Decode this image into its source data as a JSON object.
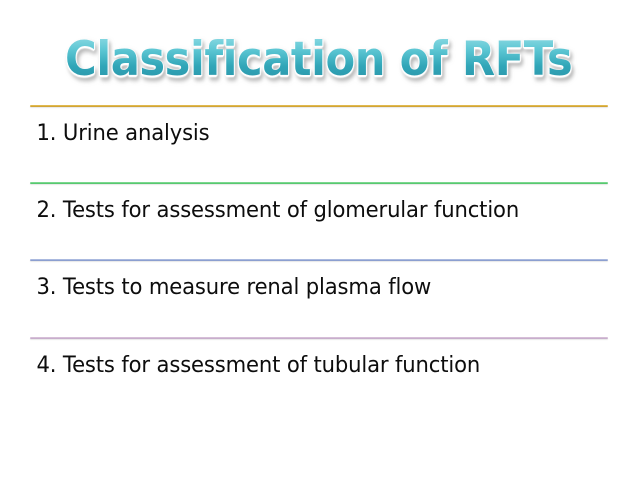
{
  "slide": {
    "title": "Classification of RFTs",
    "background_color": "#ffffff",
    "title_color_top": "#8fdbe4",
    "title_color_bottom": "#2b93a6"
  },
  "items": [
    {
      "number": "1.",
      "text": "1. Urine analysis",
      "label": "Urine analysis",
      "divider_color": "#c9992a",
      "divider_name": "gold"
    },
    {
      "number": "2.",
      "text": "2. Tests for assessment of glomerular function",
      "label": "Tests for assessment of glomerular function",
      "divider_color": "#45c061",
      "divider_name": "green"
    },
    {
      "number": "3.",
      "text": "3. Tests to measure renal plasma flow",
      "label": "Tests to measure renal plasma flow",
      "divider_color": "#7d92c9",
      "divider_name": "blue"
    },
    {
      "number": "4.",
      "text": "4. Tests for assessment of tubular function",
      "label": "Tests for assessment of tubular function",
      "divider_color": "#c0a5c6",
      "divider_name": "purple"
    }
  ]
}
